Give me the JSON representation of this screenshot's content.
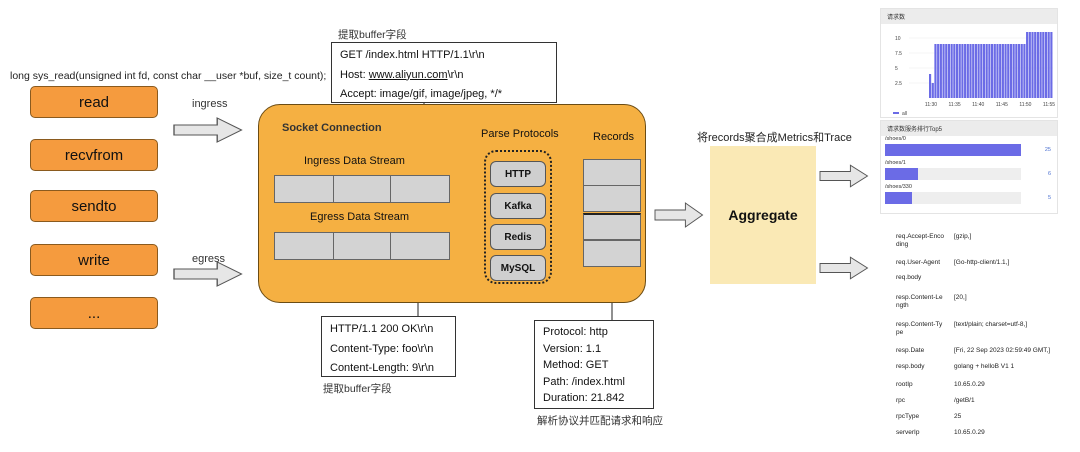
{
  "syscall_signature": "long sys_read(unsigned int fd, const char __user *buf, size_t count);",
  "syscalls": [
    "read",
    "recvfrom",
    "sendto",
    "write",
    "..."
  ],
  "flow_labels": {
    "ingress": "ingress",
    "egress": "egress"
  },
  "socket": {
    "title": "Socket Connection",
    "ingress_stream": "Ingress Data Stream",
    "egress_stream": "Egress Data Stream"
  },
  "parse": {
    "title": "Parse Protocols",
    "protocols": [
      "HTTP",
      "Kafka",
      "Redis",
      "MySQL"
    ]
  },
  "records": {
    "title": "Records"
  },
  "request_note": {
    "caption": "提取buffer字段",
    "line1": "GET /index.html HTTP/1.1\\r\\n",
    "line2_prefix": "Host: ",
    "line2_link": "www.aliyun.com",
    "line2_suffix": "\\r\\n",
    "line3": "Accept: image/gif, image/jpeg, */*"
  },
  "response_note": {
    "caption": "提取buffer字段",
    "lines": [
      "HTTP/1.1 200 OK\\r\\n",
      "Content-Type: foo\\r\\n",
      "Content-Length: 9\\r\\n"
    ]
  },
  "record_note": {
    "caption": "解析协议并匹配请求和响应",
    "lines": [
      "Protocol: http",
      "Version: 1.1",
      "Method: GET",
      "Path: /index.html",
      "Duration: 21.842"
    ]
  },
  "aggregate": {
    "caption": "将records聚合成Metrics和Trace",
    "label": "Aggregate"
  },
  "metrics_chart": {
    "title": "请求数",
    "legend": "all",
    "accent": "#6b6be6"
  },
  "chart_data": {
    "type": "bar",
    "title": "请求数",
    "x_ticks": [
      "11:30",
      "11:35",
      "11:40",
      "11:45",
      "11:50",
      "11:55"
    ],
    "y_ticks": [
      10,
      7.5,
      5,
      2.5
    ],
    "ylim": [
      0,
      11
    ],
    "series": [
      {
        "name": "all",
        "values": [
          4,
          2.5,
          9,
          9,
          9,
          9,
          9,
          9,
          9,
          9,
          9,
          9,
          9,
          9,
          9,
          9,
          9,
          9,
          9,
          9,
          9,
          9,
          9,
          9,
          9,
          9,
          9,
          9,
          9,
          9,
          9,
          9,
          9,
          9,
          9,
          9,
          11,
          11,
          11,
          11,
          11,
          11,
          11,
          11,
          11,
          11
        ]
      }
    ]
  },
  "top5": {
    "title": "请求数服务排行Top5",
    "items": [
      {
        "label": "/shoes/0",
        "value": 25
      },
      {
        "label": "/shoes/1",
        "value": 6
      },
      {
        "label": "/shoes/330",
        "value": 5
      }
    ]
  },
  "trace_attrs": [
    {
      "key": "req.Accept-Enco\nding",
      "value": "[gzip,]"
    },
    {
      "key": "req.User-Agent",
      "value": "[Go-http-client/1.1,]"
    },
    {
      "key": "req.body",
      "value": ""
    },
    {
      "key": "resp.Content-Le\nngth",
      "value": "[20,]"
    },
    {
      "key": "resp.Content-Ty\npe",
      "value": "[text/plain; charset=utf-8,]"
    },
    {
      "key": "resp.Date",
      "value": "[Fri, 22 Sep 2023 02:59:49 GMT,]"
    },
    {
      "key": "resp.body",
      "value": "golang + helloB V1 1"
    },
    {
      "key": "rootIp",
      "value": "10.65.0.29"
    },
    {
      "key": "rpc",
      "value": "/getB/1"
    },
    {
      "key": "rpcType",
      "value": "25"
    },
    {
      "key": "serverIp",
      "value": "10.65.0.29"
    }
  ]
}
